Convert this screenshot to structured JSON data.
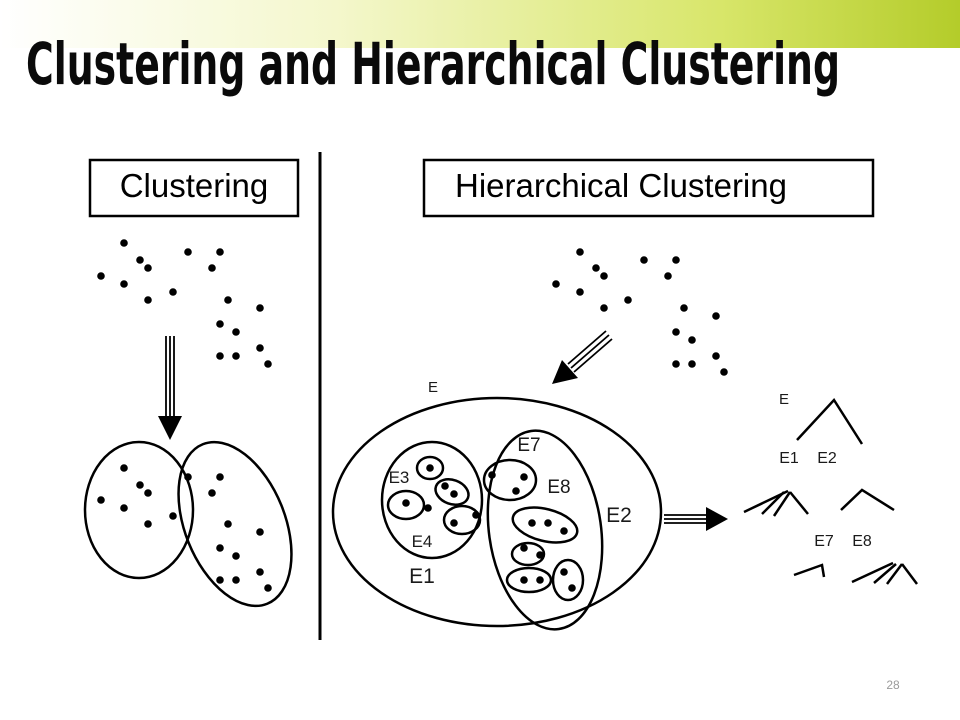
{
  "slide": {
    "title": "Clustering and Hierarchical Clustering",
    "page_number": "28"
  },
  "left_panel": {
    "heading": "Clustering"
  },
  "right_panel": {
    "heading": "Hierarchical Clustering",
    "cluster_labels": {
      "e": "E",
      "e1": "E1",
      "e2": "E2",
      "e3": "E3",
      "e4": "E4",
      "e7": "E7",
      "e8": "E8"
    },
    "tree_labels": {
      "root": "E",
      "e1": "E1",
      "e2": "E2",
      "e7": "E7",
      "e8": "E8"
    }
  },
  "colors": {
    "title": "#0a0a0a",
    "title_band_start": "#ffffff",
    "title_band_mid": "#eef2a8",
    "title_band_end": "#b4cc2a",
    "ink": "#000000",
    "page_number": "#9a9a9a"
  },
  "icons": [
    "down-arrow-icon",
    "diagonal-arrow-icon",
    "right-arrow-icon"
  ]
}
